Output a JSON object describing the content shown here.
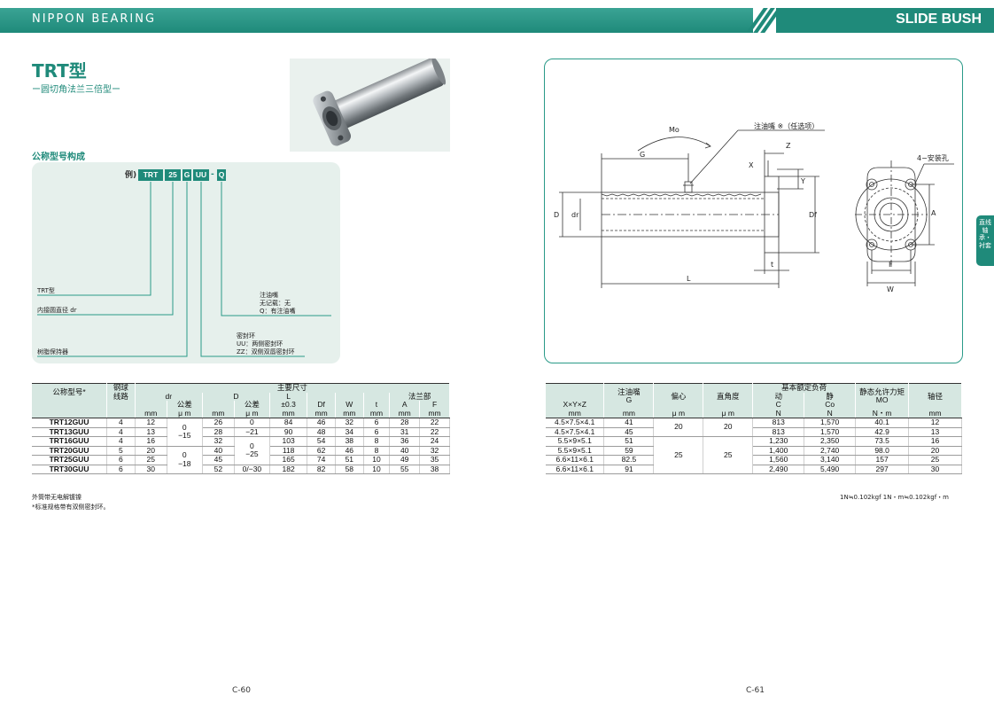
{
  "header": {
    "brand": "NIPPON BEARING",
    "section": "SLIDE BUSH"
  },
  "model": {
    "title": "TRT型",
    "subtitle": "ー圆切角法兰三倍型ー"
  },
  "naming": {
    "section_label": "公称型号构成",
    "example_prefix": "例)",
    "chips": [
      "TRT",
      "25",
      "G",
      "UU",
      "Q"
    ],
    "dash": "-",
    "labels": {
      "type": "TRT型",
      "dr": "内接圆直径 dr",
      "retainer": "树脂保持器",
      "grease_title": "注油嘴",
      "grease_none": "无记载：无",
      "grease_q": "Q：有注油嘴",
      "seal_title": "密封环",
      "seal_uu": "UU：两侧密封环",
      "seal_zz": "ZZ：双侧双唇密封环"
    }
  },
  "table_left": {
    "main_dims": "主要尺寸",
    "flange": "法兰部",
    "h_model": "公称型号",
    "h_model_mark": "*",
    "h_balls_1": "钢球",
    "h_balls_2": "线路",
    "h_dr": "dr",
    "h_D": "D",
    "h_L": "L",
    "h_tol": "公差",
    "h_pm": "±0.3",
    "h_Df": "Df",
    "h_W": "W",
    "h_t": "t",
    "h_A": "A",
    "h_F": "F",
    "u_mm": "mm",
    "u_um": "μ m",
    "rows": [
      {
        "model": "TRT12GUU",
        "balls": "4",
        "dr": "12",
        "D": "26",
        "D_tol": "0",
        "L": "84",
        "Df": "46",
        "W": "32",
        "t": "6",
        "A": "28",
        "F": "22"
      },
      {
        "model": "TRT13GUU",
        "balls": "4",
        "dr": "13",
        "D": "28",
        "D_tol": "−21",
        "L": "90",
        "Df": "48",
        "W": "34",
        "t": "6",
        "A": "31",
        "F": "22"
      },
      {
        "model": "TRT16GUU",
        "balls": "4",
        "dr": "16",
        "D": "32",
        "D_tol": "",
        "L": "103",
        "Df": "54",
        "W": "38",
        "t": "8",
        "A": "36",
        "F": "24"
      },
      {
        "model": "TRT20GUU",
        "balls": "5",
        "dr": "20",
        "D": "40",
        "D_tol": "",
        "L": "118",
        "Df": "62",
        "W": "46",
        "t": "8",
        "A": "40",
        "F": "32"
      },
      {
        "model": "TRT25GUU",
        "balls": "6",
        "dr": "25",
        "D": "45",
        "D_tol": "",
        "L": "165",
        "Df": "74",
        "W": "51",
        "t": "10",
        "A": "49",
        "F": "35"
      },
      {
        "model": "TRT30GUU",
        "balls": "6",
        "dr": "30",
        "D": "52",
        "D_tol": "0/−30",
        "L": "182",
        "Df": "82",
        "W": "58",
        "t": "10",
        "A": "55",
        "F": "38"
      }
    ],
    "dr_tol_group_1": [
      "0",
      "−15"
    ],
    "dr_tol_group_2": [
      "0",
      "−18"
    ],
    "D_tol_group": [
      "0",
      "−25"
    ]
  },
  "table_right": {
    "h_xyz": "X×Y×Z",
    "h_grease_1": "注油嘴",
    "h_grease_2": "G",
    "h_ecc": "偏心",
    "h_perp": "直角度",
    "h_load": "基本额定负荷",
    "h_dyn": "动",
    "h_sta": "静",
    "h_C": "C",
    "h_Co": "Co",
    "h_mo_1": "静态允许力矩",
    "h_mo_2": "MO",
    "h_shaft": "轴径",
    "u_mm": "mm",
    "u_um": "μ m",
    "u_N": "N",
    "u_Nm": "N・m",
    "rows": [
      {
        "xyz": "4.5×7.5×4.1",
        "G": "41",
        "C": "813",
        "Co": "1,570",
        "MO": "40.1",
        "shaft": "12"
      },
      {
        "xyz": "4.5×7.5×4.1",
        "G": "45",
        "C": "813",
        "Co": "1,570",
        "MO": "42.9",
        "shaft": "13"
      },
      {
        "xyz": "5.5×9×5.1",
        "G": "51",
        "C": "1,230",
        "Co": "2,350",
        "MO": "73.5",
        "shaft": "16"
      },
      {
        "xyz": "5.5×9×5.1",
        "G": "59",
        "C": "1,400",
        "Co": "2,740",
        "MO": "98.0",
        "shaft": "20"
      },
      {
        "xyz": "6.6×11×6.1",
        "G": "82.5",
        "C": "1,560",
        "Co": "3,140",
        "MO": "157",
        "shaft": "25"
      },
      {
        "xyz": "6.6×11×6.1",
        "G": "91",
        "C": "2,490",
        "Co": "5,490",
        "MO": "297",
        "shaft": "30"
      }
    ],
    "ecc_1": "20",
    "perp_1": "20",
    "ecc_2": "25",
    "perp_2": "25"
  },
  "notes": {
    "left_1": "外筒带无电解镀镍",
    "left_2": "*标准规格带有双侧密封环。",
    "right_1": "1N≒0.102kgf   1N・m≒0.102kgf・m"
  },
  "diagram": {
    "grease_label": "注油嘴 ※（任选项）",
    "mount_holes": "4−安装孔",
    "Mo": "Mo",
    "G": "G",
    "Z": "Z",
    "X": "X",
    "Y": "Y",
    "D": "D",
    "dr": "dr",
    "Df": "Df",
    "L": "L",
    "t": "t",
    "A": "A",
    "F": "F",
    "W": "W"
  },
  "side_tab": "直线轴承・衬套",
  "pages": {
    "left": "C-60",
    "right": "C-61"
  }
}
